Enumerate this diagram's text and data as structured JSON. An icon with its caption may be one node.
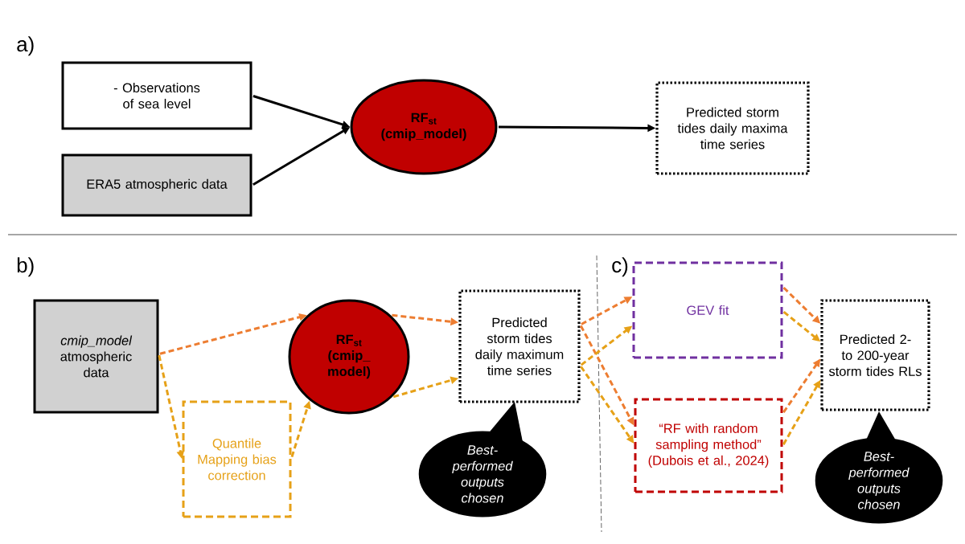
{
  "diagram": {
    "nodes": [
      {
        "text": [
          "- Observations of sea level"
        ]
      },
      {
        "text": [
          "ERA5 atmospheric data"
        ]
      },
      {
        "text": [
          "RF$_{st}$ (cmip_model)"
        ]
      },
      {
        "text": [
          "Predicted storm tides daily maxima time series"
        ]
      },
      {
        "text": [
          "*cmip_model* atmospheric data"
        ]
      },
      {
        "text": [
          "Quantile Mapping bias correction"
        ]
      },
      {
        "text": [
          "RF$_{st}$ (cmip_ model)"
        ]
      },
      {
        "text": [
          "Predicted storm tides daily maximum time series"
        ]
      },
      {
        "text": [
          "Best-performed outputs chosen"
        ]
      },
      {
        "text": [
          "GEV fit"
        ]
      },
      {
        "text": [
          "“RF with random sampling method” (Dubois et al., 2024)"
        ]
      },
      {
        "text": [
          "Predicted 2- to 200-year storm tides RLs"
        ]
      },
      {
        "text": [
          "Best-performed outputs chosen"
        ]
      }
    ],
    "edges": [
      {
        "from": 0,
        "to": 2,
        "arrow": "to",
        "color": "#000000"
      },
      {
        "from": 1,
        "to": 2,
        "arrow": "to",
        "color": "#000000"
      },
      {
        "from": 2,
        "to": 3,
        "arrow": "to",
        "color": "#000000"
      },
      {
        "from": 4,
        "to": 6,
        "arrow": "to",
        "style": "dashed",
        "color": "#ed7d31"
      },
      {
        "from": 4,
        "to": 5,
        "arrow": "to",
        "style": "dashed",
        "color": "#e6a118"
      },
      {
        "from": 5,
        "to": 6,
        "arrow": "to",
        "style": "dashed",
        "color": "#e6a118"
      },
      {
        "from": 6,
        "to": 7,
        "arrow": "to",
        "style": "dashed",
        "color": "#ed7d31"
      },
      {
        "from": 6,
        "to": 7,
        "arrow": "to",
        "style": "dashed",
        "color": "#e6a118"
      },
      {
        "from": 7,
        "to": 9,
        "arrow": "to",
        "style": "dashed",
        "color": "#ed7d31"
      },
      {
        "from": 7,
        "to": 10,
        "arrow": "to",
        "style": "dashed",
        "color": "#ed7d31"
      },
      {
        "from": 7,
        "to": 9,
        "arrow": "to",
        "style": "dashed",
        "color": "#e6a118"
      },
      {
        "from": 7,
        "to": 10,
        "arrow": "to",
        "style": "dashed",
        "color": "#e6a118"
      },
      {
        "from": 9,
        "to": 11,
        "arrow": "to",
        "style": "dashed",
        "color": "#ed7d31"
      },
      {
        "from": 9,
        "to": 11,
        "arrow": "to",
        "style": "dashed",
        "color": "#e6a118"
      },
      {
        "from": 10,
        "to": 11,
        "arrow": "to",
        "style": "dashed",
        "color": "#ed7d31"
      },
      {
        "from": 10,
        "to": 11,
        "arrow": "to",
        "style": "dashed",
        "color": "#e6a118"
      }
    ],
    "labels": [
      "a)",
      "b)",
      "c)"
    ]
  }
}
